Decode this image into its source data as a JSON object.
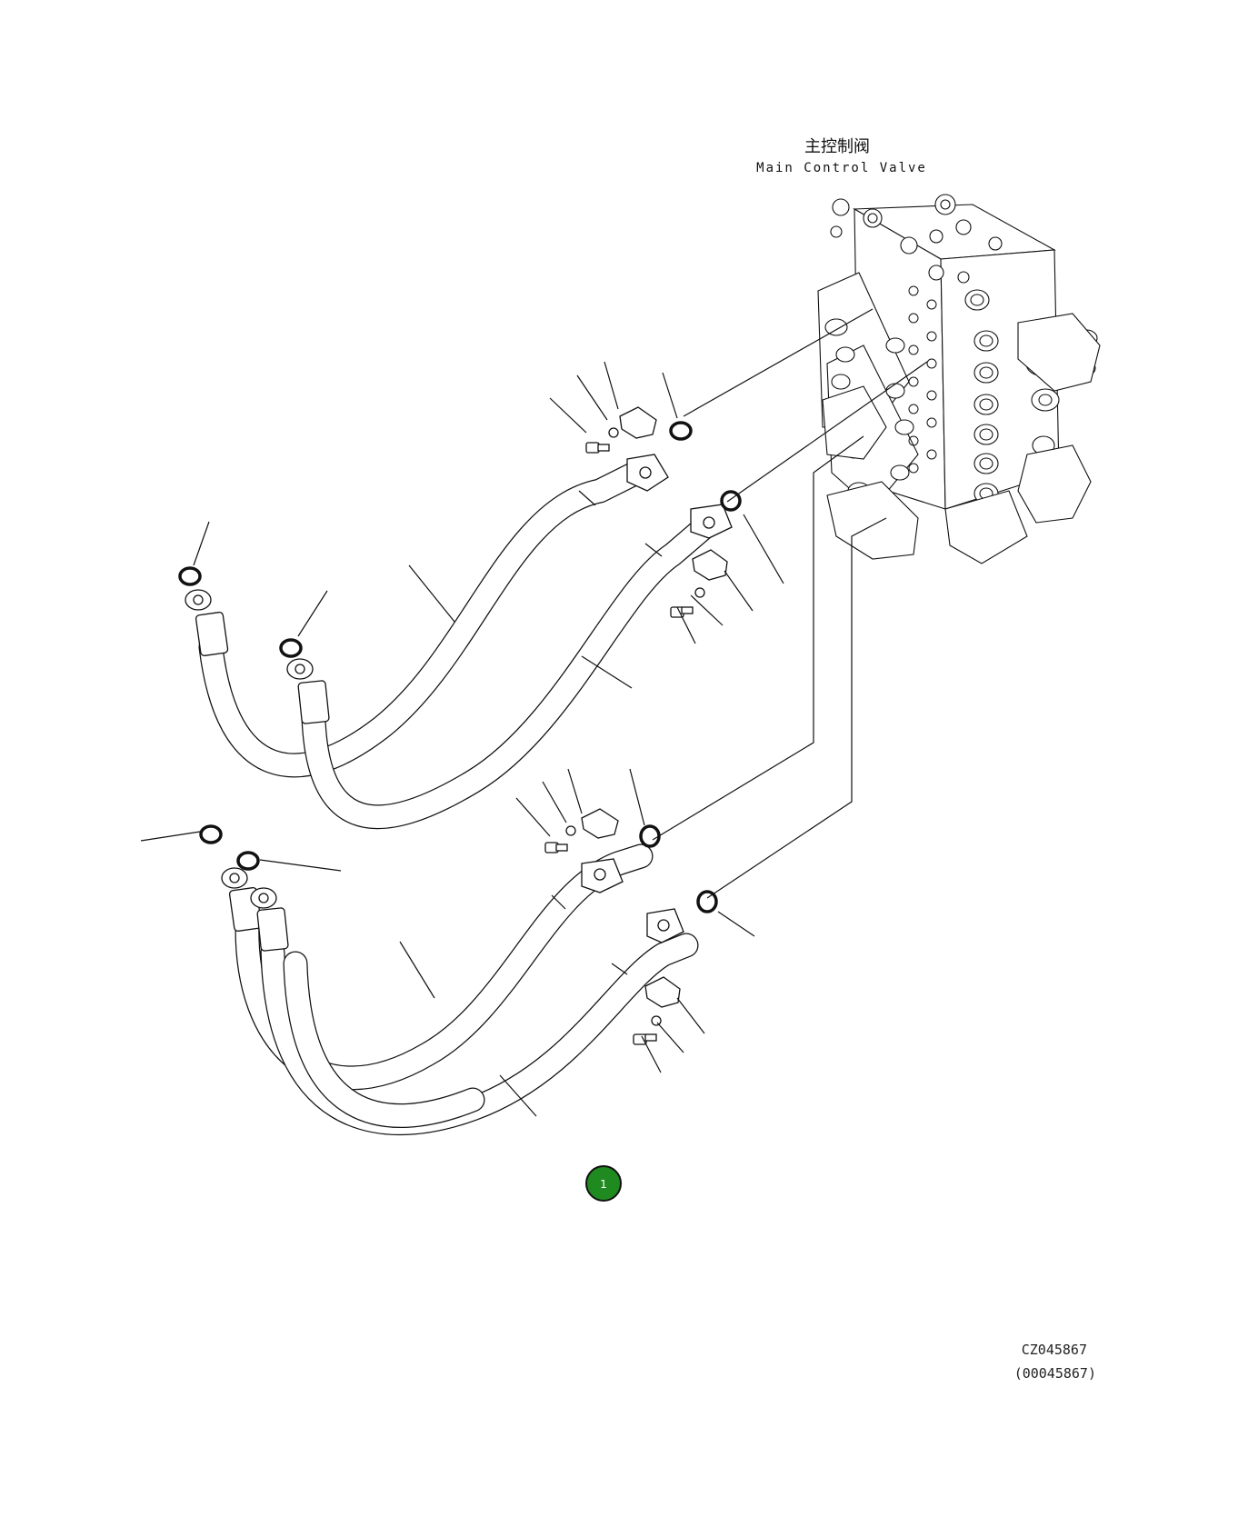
{
  "label_main_valve_cn": "主控制阀",
  "label_main_valve_en": "Main Control Valve",
  "callout_number": "1",
  "callout_color": "#1f8a1f",
  "drawing_code": "CZ045867",
  "drawing_code_alt": "(00045867)"
}
